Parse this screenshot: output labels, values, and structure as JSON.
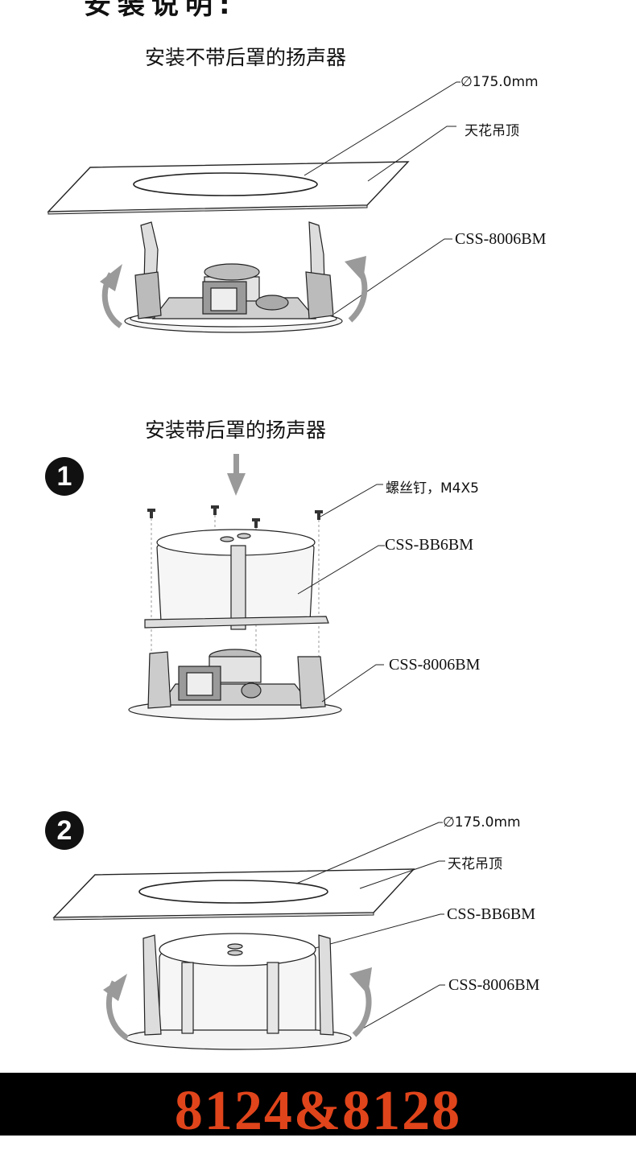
{
  "page_title": "安装说明:",
  "section1": {
    "title": "安装不带后罩的扬声器",
    "labels": {
      "diameter": "∅175.0mm",
      "ceiling": "天花吊顶",
      "speaker": "CSS-8006BM"
    }
  },
  "section2": {
    "title": "安装带后罩的扬声器",
    "step1": {
      "number": "1",
      "labels": {
        "screw": "螺丝钉，M4X5",
        "back_can": "CSS-BB6BM",
        "speaker": "CSS-8006BM"
      }
    },
    "step2": {
      "number": "2",
      "labels": {
        "diameter": "∅175.0mm",
        "ceiling": "天花吊顶",
        "back_can": "CSS-BB6BM",
        "speaker": "CSS-8006BM"
      }
    }
  },
  "footer": {
    "text": "8124&8128",
    "color": "#e0441b"
  },
  "icons": [
    "rotate-left-arrow-icon",
    "rotate-right-arrow-icon",
    "down-arrow-icon",
    "screw-icon"
  ]
}
